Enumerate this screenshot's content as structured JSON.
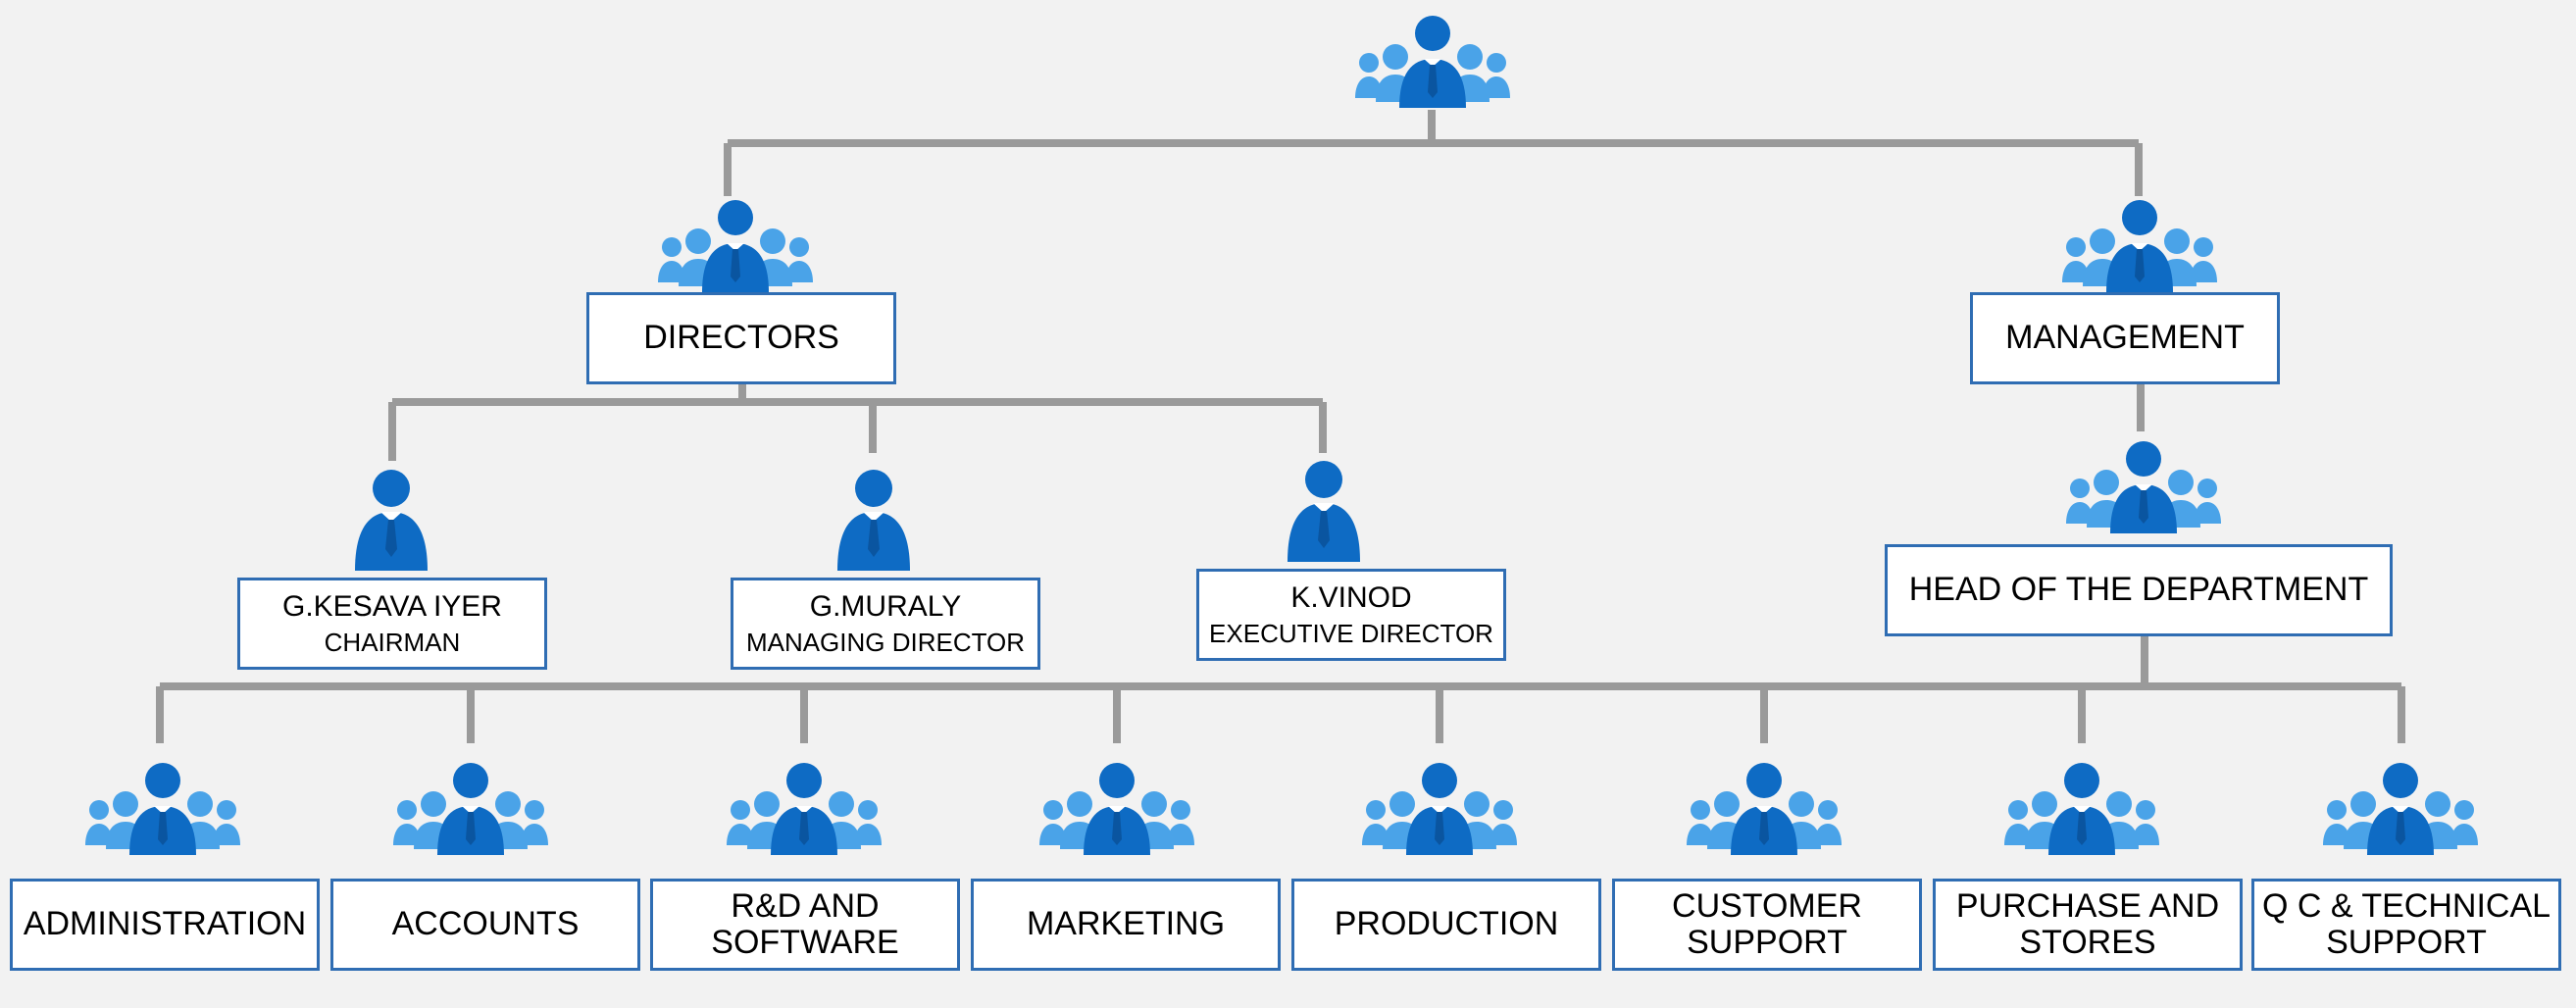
{
  "colors": {
    "connector": "#9a9a9a",
    "box_border": "#2f6db3",
    "person_dark": "#0e6bc4",
    "person_light": "#4aa3e8",
    "tie": "#ffffff"
  },
  "icons": {
    "group": "people-group-icon",
    "single": "person-icon"
  },
  "org": {
    "directors": "DIRECTORS",
    "management": "MANAGEMENT",
    "head_of_department": "HEAD OF THE DEPARTMENT",
    "people": [
      {
        "name": "G.KESAVA IYER",
        "role": "CHAIRMAN"
      },
      {
        "name": "G.MURALY",
        "role": "MANAGING DIRECTOR"
      },
      {
        "name": "K.VINOD",
        "role": "EXECUTIVE DIRECTOR"
      }
    ],
    "departments": [
      {
        "line1": "ADMINISTRATION",
        "line2": ""
      },
      {
        "line1": "ACCOUNTS",
        "line2": ""
      },
      {
        "line1": "R&D AND",
        "line2": "SOFTWARE"
      },
      {
        "line1": "MARKETING",
        "line2": ""
      },
      {
        "line1": "PRODUCTION",
        "line2": ""
      },
      {
        "line1": "CUSTOMER",
        "line2": "SUPPORT"
      },
      {
        "line1": "PURCHASE AND",
        "line2": "STORES"
      },
      {
        "line1": "Q C & TECHNICAL",
        "line2": "SUPPORT"
      }
    ]
  }
}
